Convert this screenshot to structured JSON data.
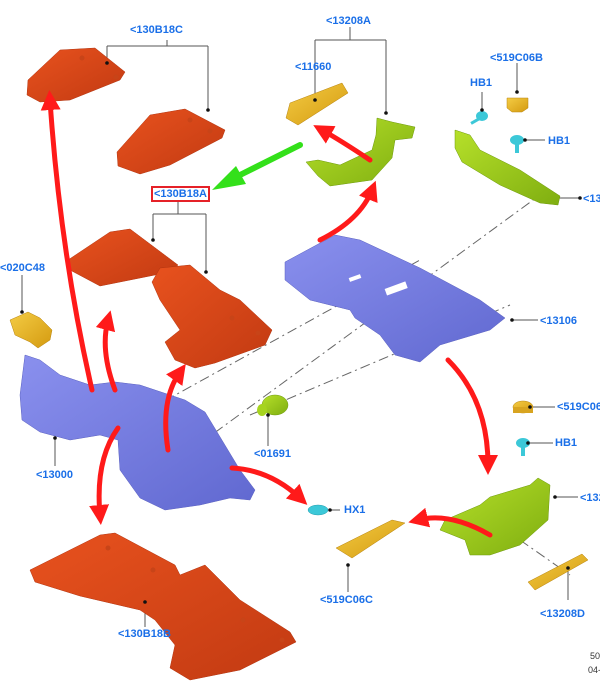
{
  "diagram": {
    "title": "Floor covering exploded view",
    "colors": {
      "label_text": "#1a6fe8",
      "leader_line": "#555555",
      "highlight_box": "#e52128",
      "arrow_red": "#ff1a1a",
      "arrow_green": "#33e01a",
      "mat_orange": "#d9481a",
      "insulator_blue": "#7a80e0",
      "bracket_green": "#9ccc1a",
      "trim_yellow": "#e8b82a",
      "fastener_cyan": "#3cc8d8"
    },
    "labels": [
      {
        "id": "130B18C",
        "text": "<130B18C",
        "part": "Front floor mats (upper set)"
      },
      {
        "id": "13208A",
        "text": "<13208A",
        "part": "Front step/scuff bracket"
      },
      {
        "id": "11660",
        "text": "<11660",
        "part": "Pad"
      },
      {
        "id": "519C06B",
        "text": "<519C06B",
        "part": "Cap"
      },
      {
        "id": "HB1_top_left",
        "text": "HB1",
        "part": "Push pin"
      },
      {
        "id": "HB1_top_right",
        "text": "HB1",
        "part": "Push pin"
      },
      {
        "id": "13_right_top",
        "text": "<13",
        "part": "Scuff plate (cut off)"
      },
      {
        "id": "130B18A",
        "text": "<130B18A",
        "part": "Floor mats (highlighted)",
        "highlighted": true
      },
      {
        "id": "020C48",
        "text": "<020C48",
        "part": "Bracket"
      },
      {
        "id": "13106",
        "text": "<13106",
        "part": "Rear floor insulator"
      },
      {
        "id": "13000",
        "text": "<13000",
        "part": "Front floor insulator"
      },
      {
        "id": "01691",
        "text": "<01691",
        "part": "Grommet"
      },
      {
        "id": "519C06_right",
        "text": "<519C06",
        "part": "Cap (cut off)"
      },
      {
        "id": "HB1_lower_right",
        "text": "HB1",
        "part": "Push pin"
      },
      {
        "id": "132_right",
        "text": "<132",
        "part": "Step bracket (cut off)"
      },
      {
        "id": "HX1",
        "text": "HX1",
        "part": "Retainer"
      },
      {
        "id": "519C06C",
        "text": "<519C06C",
        "part": "Trim insert"
      },
      {
        "id": "13208D",
        "text": "<13208D",
        "part": "Scuff strip"
      },
      {
        "id": "130B18B",
        "text": "<130B18B",
        "part": "Rear floor mat"
      }
    ],
    "reference_code": {
      "line1": "50",
      "line2": "04-"
    }
  }
}
